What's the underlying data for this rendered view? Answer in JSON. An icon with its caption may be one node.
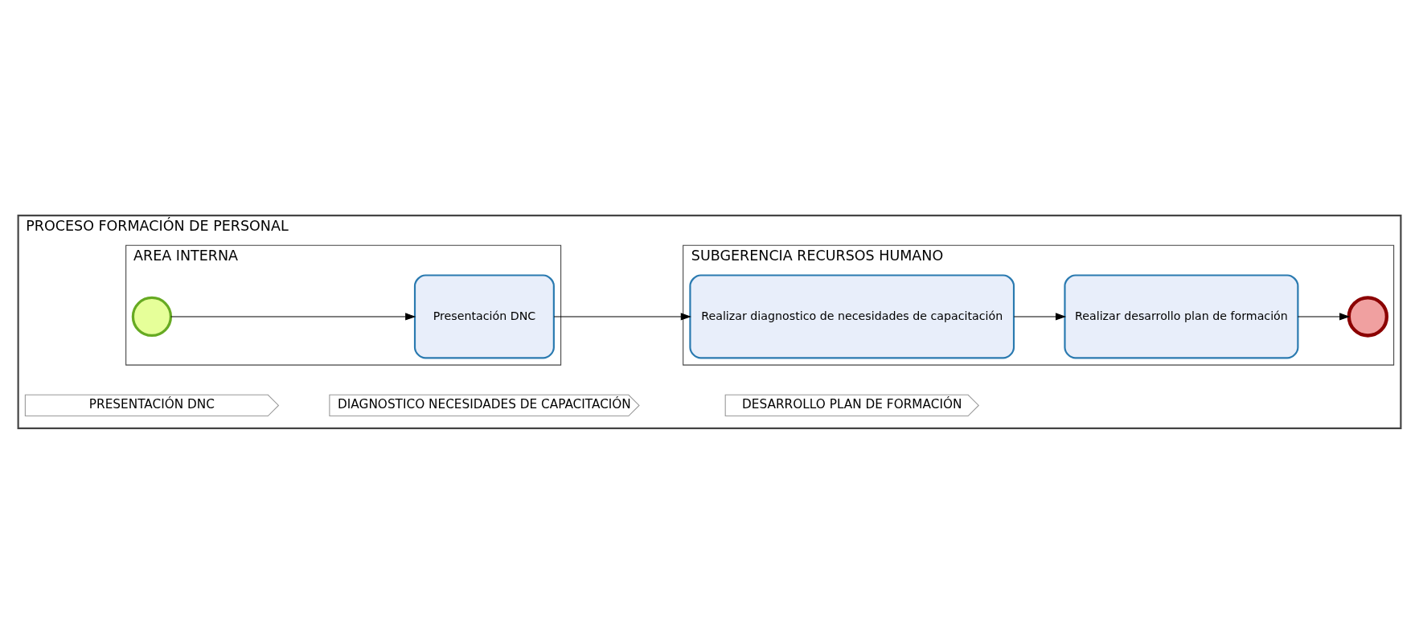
{
  "diagram": {
    "nodes": [
      {
        "text": [
          "PROCESO FORMACIÓN DE PERSONAL"
        ]
      },
      {
        "text": [
          "PRESENTACIÓN DNC"
        ],
        "in": 0
      },
      {
        "text": [
          "DIAGNOSTICO NECESIDADES DE CAPACITACIÓN"
        ],
        "in": 0
      },
      {
        "text": [
          "DESARROLLO PLAN DE FORMACIÓN"
        ],
        "in": 0
      },
      {
        "text": [
          "AREA INTERNA"
        ],
        "in": 0
      },
      {
        "text": [],
        "shape": "circle",
        "in": 4
      },
      {
        "text": [
          "Presentación DNC"
        ],
        "in": 4
      },
      {
        "text": [
          "SUBGERENCIA RECURSOS HUMANO"
        ],
        "in": 0
      },
      {
        "text": [
          "Realizar diagnostico de necesidades de capacitación"
        ],
        "in": 7
      },
      {
        "text": [
          "Realizar desarrollo plan de formación"
        ],
        "in": 7
      },
      {
        "text": [],
        "shape": "circle",
        "in": 7
      }
    ],
    "edges": [
      {
        "from": 5,
        "to": 6,
        "arrow": "to"
      },
      {
        "from": 6,
        "to": 8,
        "arrow": "to"
      },
      {
        "from": 8,
        "to": 9,
        "arrow": "to"
      },
      {
        "from": 9,
        "to": 10,
        "arrow": "to"
      }
    ]
  }
}
